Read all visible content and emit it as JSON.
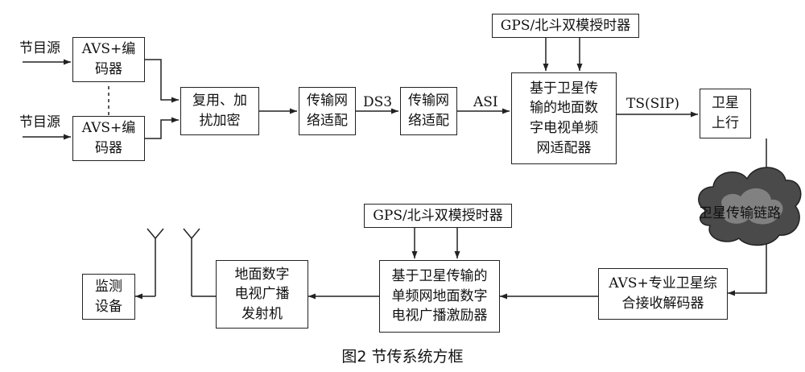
{
  "inputs": {
    "source_1": "节目源",
    "source_2": "节目源"
  },
  "blocks": {
    "encoder_1": "AVS+编\n码器",
    "encoder_2": "AVS+编\n码器",
    "mux": "复用、加\n扰加密",
    "adapter_1": "传输网\n络适配",
    "adapter_2": "传输网\n络适配",
    "sfn_adapter": "基于卫星传\n输的地面数\n字电视单频\n网适配器",
    "gps_top": "GPS/北斗双模授时器",
    "sat_uplink": "卫星\n上行",
    "satellite_link": "卫星传输链路",
    "receiver": "AVS+专业卫星综\n合接收解码器",
    "gps_bottom": "GPS/北斗双模授时器",
    "exciter": "基于卫星传输的\n单频网地面数字\n电视广播激励器",
    "transmitter": "地面数字\n电视广播\n发射机",
    "monitor": "监测\n设备"
  },
  "links": {
    "ds3": "DS3",
    "asi": "ASI",
    "ts_sip": "TS(SIP)"
  },
  "caption": "图2  节传系统方框"
}
